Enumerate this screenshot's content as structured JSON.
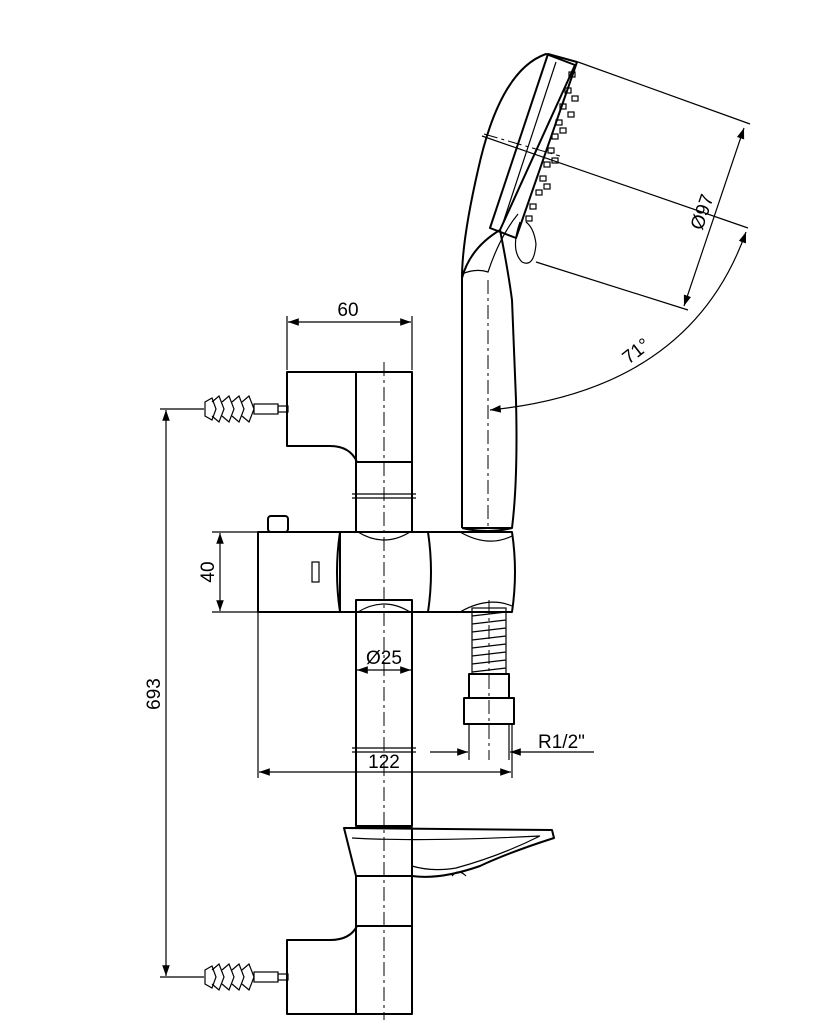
{
  "drawing": {
    "dimensions": {
      "width_top": "60",
      "body_height": "40",
      "rail_diameter": "Ø25",
      "total_height": "693",
      "body_length": "122",
      "thread": "R1/2\"",
      "head_diameter": "Ø97",
      "tilt_angle": "71°"
    },
    "colors": {
      "line": "#000000",
      "background": "#ffffff"
    }
  }
}
